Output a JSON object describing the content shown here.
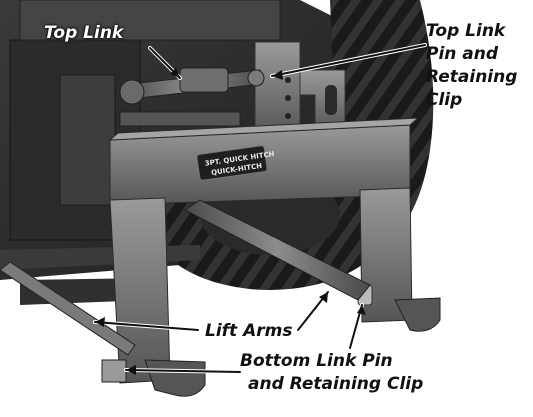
{
  "labels": {
    "top_link": "Top Link",
    "top_link_pin": [
      "Top Link",
      "Pin and",
      "Retaining",
      "Clip"
    ],
    "lift_arms": "Lift Arms",
    "bottom_link_pin": [
      "Bottom Link Pin",
      "and Retaining Clip"
    ]
  },
  "badge": {
    "line1": "3PT. QUICK HITCH",
    "line2": "QUICK-HITCH"
  },
  "colors": {
    "metal_light": "#8a8a8a",
    "metal_mid": "#5c5c5c",
    "metal_dark": "#2e2e2e",
    "tire": "#1c1c1c",
    "label_text": "#111111"
  }
}
